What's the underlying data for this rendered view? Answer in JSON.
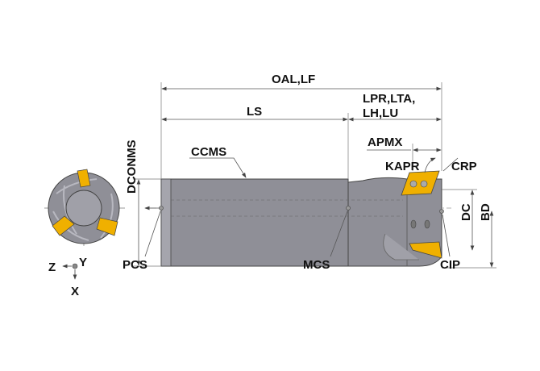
{
  "labels": {
    "oal": "OAL,LF",
    "ls": "LS",
    "lpr_line1": "LPR,LTA,",
    "lpr_line2": "LH,LU",
    "apmx": "APMX",
    "kapr": "KAPR",
    "crp": "CRP",
    "dconms": "DCONMS",
    "ccms": "CCMS",
    "dc": "DC",
    "bd": "BD",
    "pcs": "PCS",
    "mcs": "MCS",
    "cip": "CIP"
  },
  "axes": {
    "z": "Z",
    "y": "Y",
    "x": "X"
  },
  "colors": {
    "body": "#8f8f97",
    "insert": "#f0b000",
    "line": "#555555"
  }
}
